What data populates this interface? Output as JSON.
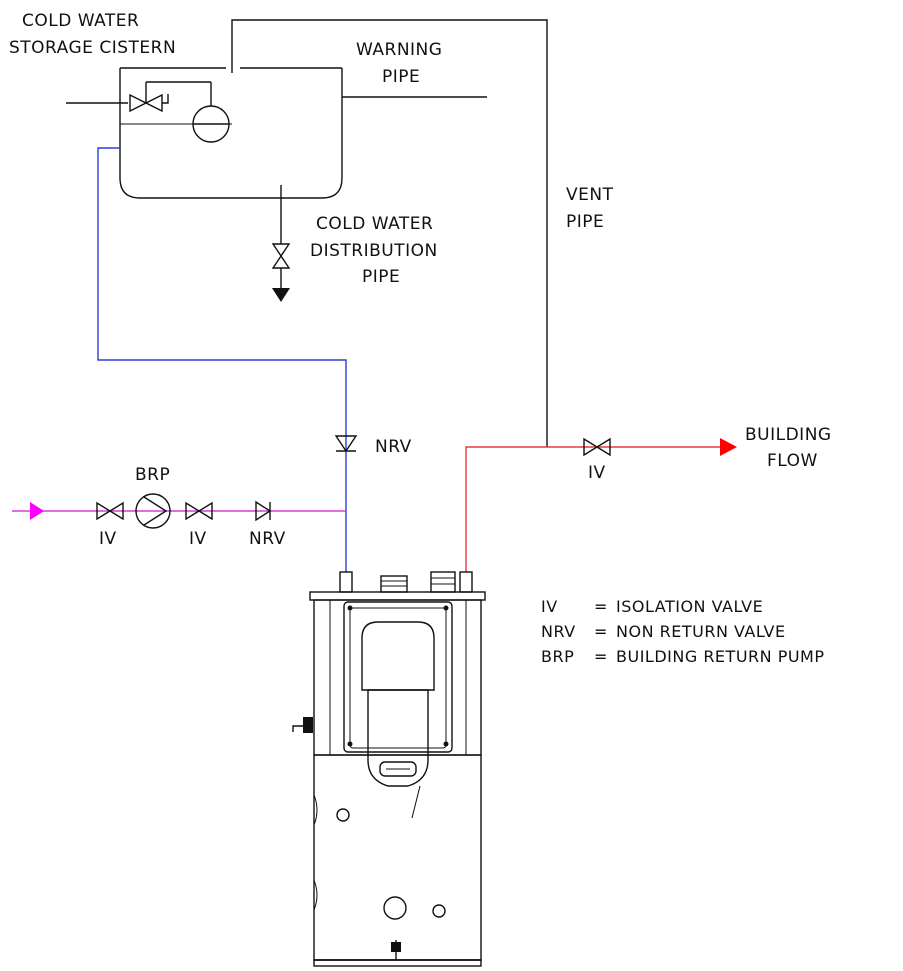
{
  "labels": {
    "cistern_line1": "COLD WATER",
    "cistern_line2": "STORAGE CISTERN",
    "warning_line1": "WARNING",
    "warning_line2": "PIPE",
    "vent_line1": "VENT",
    "vent_line2": "PIPE",
    "distribution_line1": "COLD WATER",
    "distribution_line2": "DISTRIBUTION",
    "distribution_line3": "PIPE",
    "nrv_cold_feed": "NRV",
    "brp": "BRP",
    "iv_return_1": "IV",
    "iv_return_2": "IV",
    "nrv_return": "NRV",
    "iv_flow": "IV",
    "building_flow_line1": "BUILDING",
    "building_flow_line2": "FLOW"
  },
  "legend": [
    {
      "abbr": "IV",
      "eq": "=",
      "text": "ISOLATION VALVE"
    },
    {
      "abbr": "NRV",
      "eq": "=",
      "text": "NON RETURN VALVE"
    },
    {
      "abbr": "BRP",
      "eq": "=",
      "text": "BUILDING RETURN PUMP"
    }
  ],
  "colors": {
    "cold_feed": "#2b3fd6",
    "hot_flow": "#e53a3a",
    "flow_arrow": "#ff0000",
    "return": "#d63cd6",
    "return_arrow": "#ff00ff",
    "line": "#111111"
  }
}
